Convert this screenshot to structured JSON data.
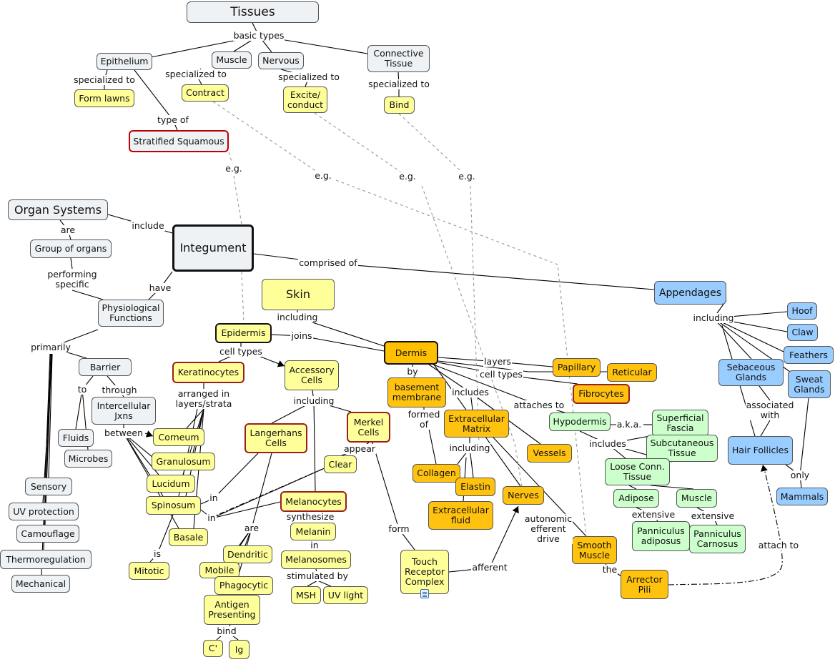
{
  "nodes": {
    "tissues": "Tissues",
    "epithelium": "Epithelium",
    "muscle_t": "Muscle",
    "nervous": "Nervous",
    "connective": "Connective\nTissue",
    "form_lawns": "Form lawns",
    "contract": "Contract",
    "excite": "Excite/\nconduct",
    "bind_t": "Bind",
    "stratified": "Stratified Squamous",
    "organ_systems": "Organ Systems",
    "group_organs": "Group of organs",
    "integument": "Integument",
    "physio": "Physiological\nFunctions",
    "skin": "Skin",
    "appendages": "Appendages",
    "hoof": "Hoof",
    "claw": "Claw",
    "feathers": "Feathers",
    "sebaceous": "Sebaceous\nGlands",
    "sweat": "Sweat\nGlands",
    "hair_follicles": "Hair Follicles",
    "mammals": "Mammals",
    "epidermis": "Epidermis",
    "dermis": "Dermis",
    "barrier": "Barrier",
    "intercellular": "Intercellular\nJxns",
    "fluids": "Fluids",
    "microbes": "Microbes",
    "sensory": "Sensory",
    "uv_protection": "UV protection",
    "camouflage": "Camouflage",
    "thermoregulation": "Thermoregulation",
    "mechanical": "Mechanical",
    "keratinocytes": "Keratinocytes",
    "accessory": "Accessory\nCells",
    "corneum": "Corneum",
    "granulosum": "Granulosum",
    "lucidum": "Lucidum",
    "spinosum": "Spinosum",
    "basale": "Basale",
    "mitotic": "Mitotic",
    "langerhans": "Langerhans\nCells",
    "merkel": "Merkel\nCells",
    "clear": "Clear",
    "melanocytes": "Melanocytes",
    "melanin": "Melanin",
    "melanosomes": "Melanosomes",
    "msh": "MSH",
    "uv_light": "UV light",
    "dendritic": "Dendritic",
    "mobile": "Mobile",
    "phagocytic": "Phagocytic",
    "antigen": "Antigen\nPresenting",
    "c_prime": "C'",
    "ig": "Ig",
    "touch": "Touch\nReceptor\nComplex",
    "basement": "basement\nmembrane",
    "collagen": "Collagen",
    "ecm": "Extracellular\nMatrix",
    "elastin": "Elastin",
    "ecf": "Extracellular\nfluid",
    "vessels": "Vessels",
    "nerves": "Nerves",
    "smooth_muscle": "Smooth\nMuscle",
    "arrector": "Arrector\nPili",
    "papillary": "Papillary",
    "reticular": "Reticular",
    "fibrocytes": "Fibrocytes",
    "hypodermis": "Hypodermis",
    "superficial": "Superficial\nFascia",
    "subcutaneous": "Subcutaneous\nTissue",
    "loose": "Loose Conn.\nTissue",
    "adipose": "Adipose",
    "muscle_h": "Muscle",
    "panniculus_adiposus": "Panniculus\nadiposus",
    "panniculus_carnosus": "Panniculus\nCarnosus"
  },
  "labels": {
    "basic_types": "basic types",
    "specialized_to_1": "specialized to",
    "specialized_to_2": "specialized to",
    "specialized_to_3": "specialized to",
    "specialized_to_4": "specialized to",
    "type_of": "type of",
    "eg_1": "e.g.",
    "eg_2": "e.g.",
    "eg_3": "e.g.",
    "eg_4": "e.g.",
    "are_1": "are",
    "include": "include",
    "performing": "performing\nspecific",
    "have": "have",
    "comprised_of": "comprised of",
    "including_skin": "including",
    "including_app": "including",
    "joins": "joins",
    "primarily": "primarily",
    "to": "to",
    "through": "through",
    "between": "between",
    "cell_types_1": "cell types",
    "arranged": "arranged in\nlayers/strata",
    "including_acc": "including",
    "in_1": "in",
    "in_2": "in",
    "is": "is",
    "appear": "appear",
    "synthesize": "synthesize",
    "in_3": "in",
    "stimulated_by": "stimulated by",
    "are_2": "are",
    "bind": "bind",
    "form": "form",
    "afferent": "afferent",
    "by": "by",
    "formed_of": "formed\nof",
    "includes_1": "includes",
    "including_ecm": "including",
    "autonomic": "autonomic\nefferent\ndrive",
    "the": "the",
    "layers": "layers",
    "cell_types_2": "cell types",
    "attaches_to": "attaches to",
    "aka": "a.k.a.",
    "includes_2": "includes",
    "extensive_1": "extensive",
    "extensive_2": "extensive",
    "associated_with": "associated\nwith",
    "only": "only",
    "attach_to": "attach to"
  },
  "colors": {
    "concept_gray": "#eef2f5",
    "concept_yellow": "#ffff99",
    "concept_orange": "#ffc000",
    "concept_blue": "#99ccff",
    "concept_green": "#ccffcc",
    "highlight_red": "#c00000",
    "line": "#000000",
    "cross_link": "#999999"
  },
  "icons": {
    "touch_receptor_attachment": "document-icon"
  }
}
